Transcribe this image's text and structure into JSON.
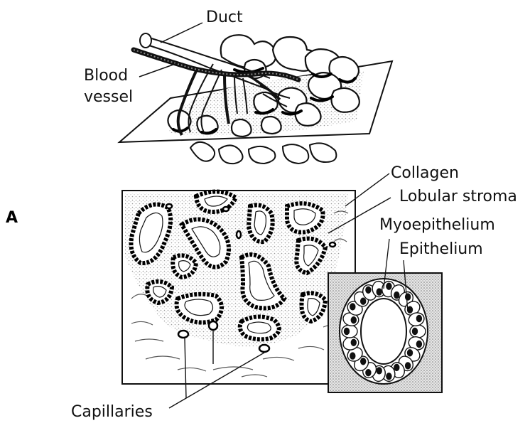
{
  "figure": {
    "panel_letter": "A",
    "labels": {
      "duct": "Duct",
      "blood_line1": "Blood",
      "blood_line2": "vessel",
      "collagen": "Collagen",
      "lobular_stroma": "Lobular stroma",
      "myoepithelium": "Myoepithelium",
      "epithelium": "Epithelium",
      "capillaries": "Capillaries"
    }
  },
  "colors": {
    "ink": "#111111",
    "stipple": "#d9d9d9",
    "inset_bg": "#cfcfcf",
    "background": "#ffffff"
  }
}
